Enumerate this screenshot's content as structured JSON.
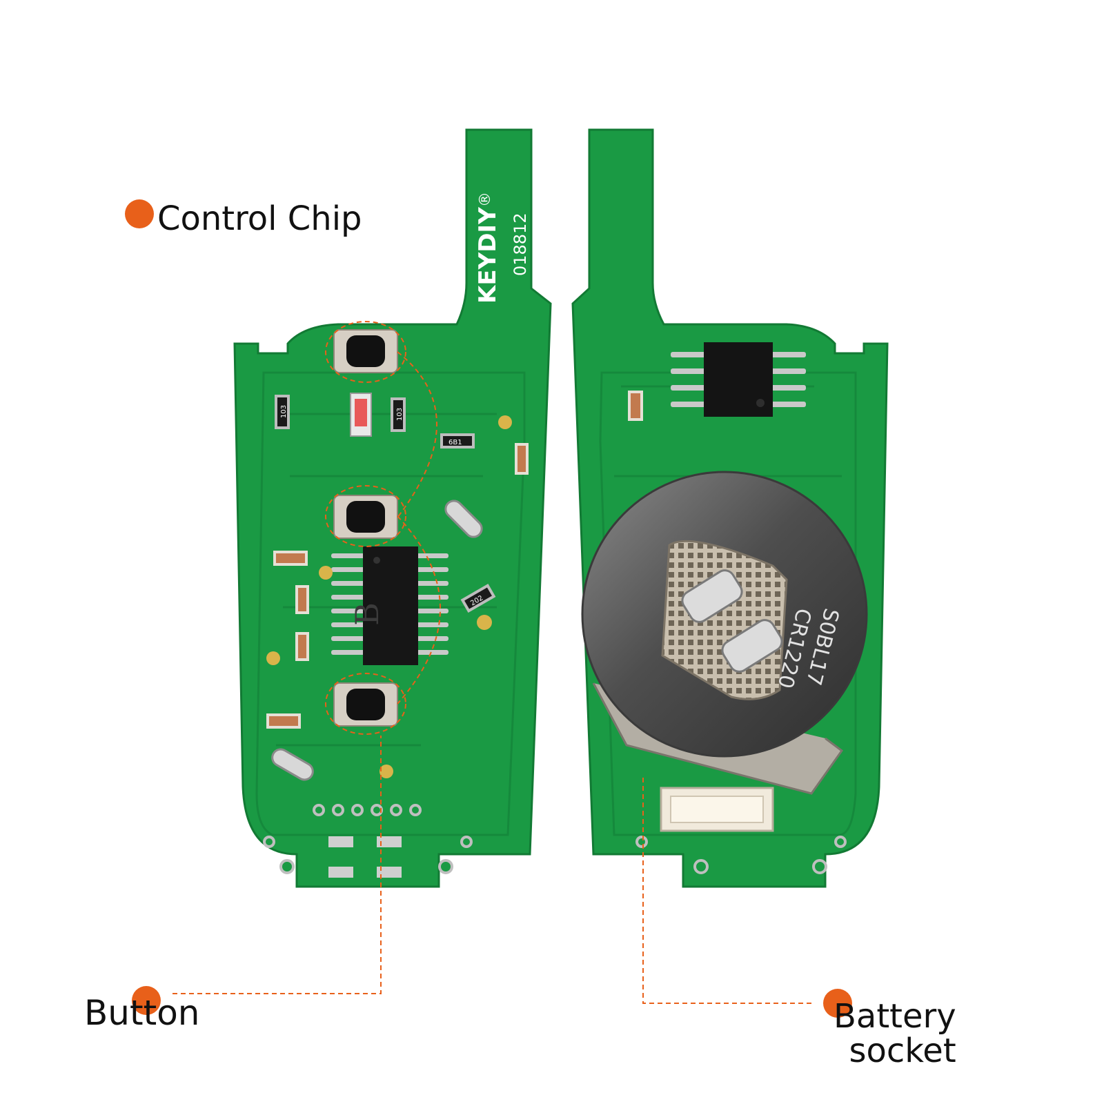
{
  "accent_color": "#e8601a",
  "pcb_color": "#1a9a44",
  "callouts": {
    "control_chip": "Control Chip",
    "button": "Button",
    "battery_socket_line1": "Battery",
    "battery_socket_line2": "socket"
  },
  "board_markings": {
    "brand": "KEYDIY",
    "registered_symbol": "®",
    "serial": "018812",
    "ic_letter": "B",
    "resistor_top_left": "103",
    "resistor_top_mid": "103",
    "resistor_right": "6B1",
    "resistor_ic": "202",
    "coin_cell_line1": "CR1220",
    "coin_cell_line2": "S0BL17"
  }
}
